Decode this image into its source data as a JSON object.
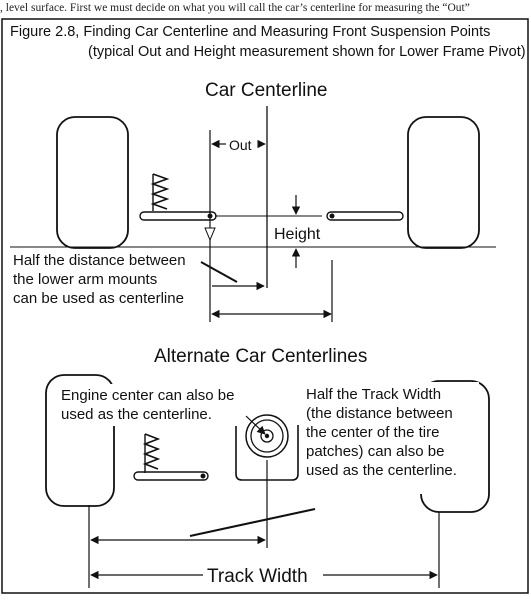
{
  "header_line": ", level surface.  First we must decide on what you will call the car’s centerline for measuring the “Out”",
  "figure": {
    "caption_line1": "Figure 2.8, Finding Car Centerline and Measuring Front Suspension Points",
    "caption_line2": "(typical Out and Height measurement shown for Lower Frame Pivot)",
    "top_heading": "Car Centerline",
    "out_label": "Out",
    "height_label": "Height",
    "half_distance_note": [
      "Half the distance between",
      "the lower arm mounts",
      "can be used as centerline"
    ],
    "bottom_heading": "Alternate Car Centerlines",
    "engine_note": [
      "Engine center can also be",
      "used as the centerline."
    ],
    "track_note": [
      "Half the Track Width",
      "(the distance between",
      "the center of the tire",
      "patches) can also be",
      "used as the centerline."
    ],
    "track_width_label": "Track Width"
  }
}
